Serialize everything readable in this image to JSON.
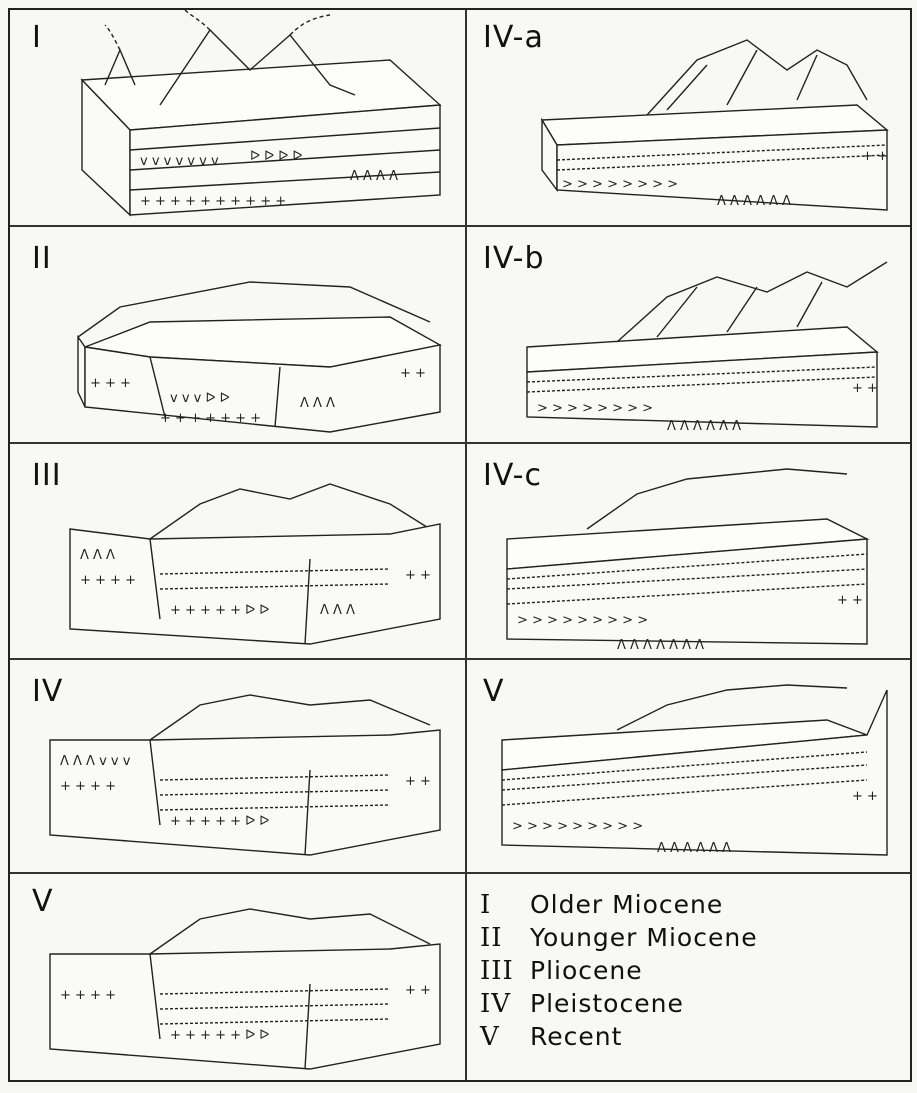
{
  "panels": [
    {
      "id": "p-I",
      "label": "I"
    },
    {
      "id": "p-IVa",
      "label": "IV-a"
    },
    {
      "id": "p-II",
      "label": "II"
    },
    {
      "id": "p-IVb",
      "label": "IV-b"
    },
    {
      "id": "p-III",
      "label": "III"
    },
    {
      "id": "p-IVc",
      "label": "IV-c"
    },
    {
      "id": "p-IV",
      "label": "IV"
    },
    {
      "id": "p-V1",
      "label": "V"
    },
    {
      "id": "p-V2",
      "label": "V"
    }
  ],
  "legend": [
    {
      "numeral": "I",
      "text": "Older Miocene"
    },
    {
      "numeral": "II",
      "text": "Younger Miocene"
    },
    {
      "numeral": "III",
      "text": "Pliocene"
    },
    {
      "numeral": "IV",
      "text": "Pleistocene"
    },
    {
      "numeral": "V",
      "text": "Recent"
    }
  ]
}
